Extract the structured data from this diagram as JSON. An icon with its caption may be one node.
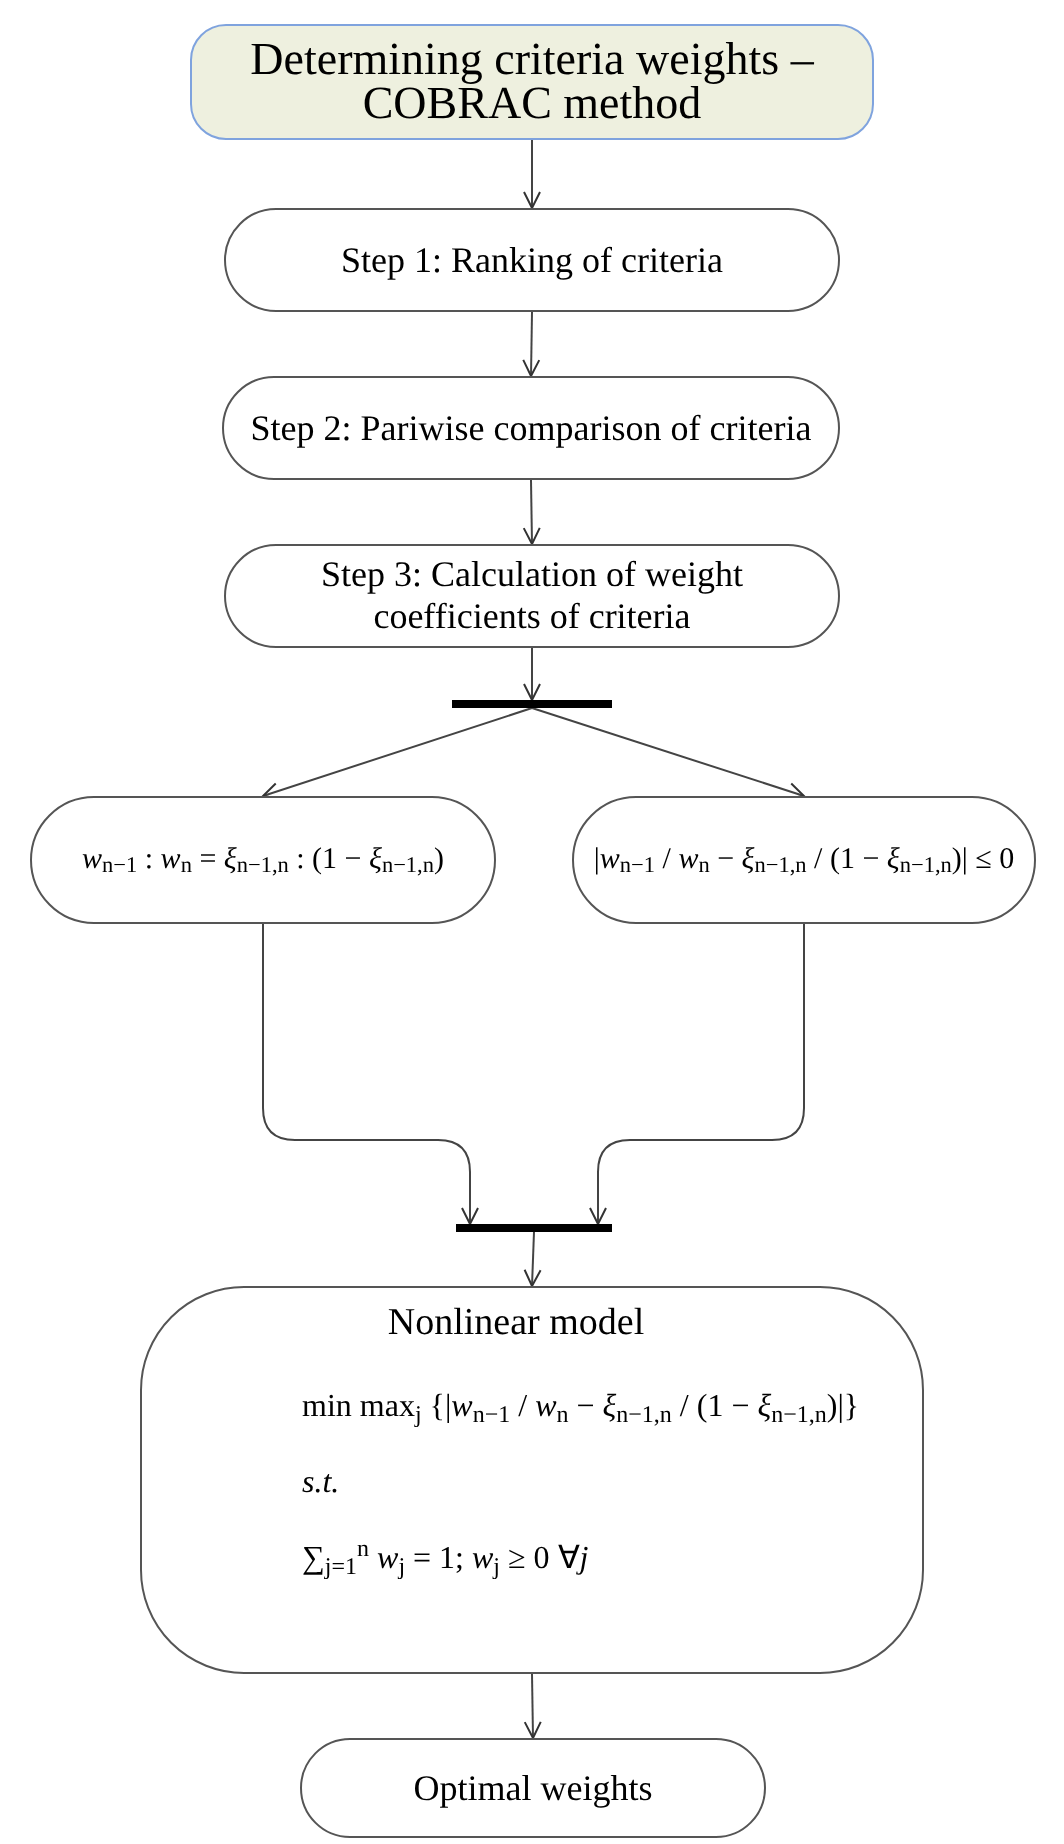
{
  "diagram": {
    "nodes": [
      {
        "text": [
          "Determining criteria weights – COBRAC method"
        ]
      },
      {
        "text": [
          "Step 1: Ranking of criteria"
        ]
      },
      {
        "text": [
          "Step 2: Pariwise comparison of criteria"
        ]
      },
      {
        "text": [
          "Step 3: Calculation of weight coefficients of criteria"
        ]
      },
      {
        "text": [],
        "shape": "bar"
      },
      {
        "text": [
          "*w*$_{n−1}$ : *w*$_{n}$ = *ξ*$_{n−1,n}$ : (1 − *ξ*$_{n−1,n}$)"
        ]
      },
      {
        "text": [
          "|*w*$_{n−1}$ / *w*$_{n}$ − *ξ*$_{n−1,n}$ / (1 − *ξ*$_{n−1,n}$)| ≤ 0"
        ]
      },
      {
        "text": [],
        "shape": "bar"
      },
      {
        "text": [
          "Nonlinear model",
          "min max$_{j}$ {|*w*$_{n−1}$ / *w*$_{n}$ − *ξ*$_{n−1,n}$ / (1 − *ξ*$_{n−1,n}$)|}",
          "*s.t.*",
          "∑$_{j=1}$$^{n}$ *w*$_{j}$ = 1; *w*$_{j}$ ≥ 0 ∀*j*"
        ]
      },
      {
        "text": [
          "Optimal weights"
        ]
      }
    ],
    "edges": [
      {
        "from": 0,
        "to": 1,
        "arrow": "to"
      },
      {
        "from": 1,
        "to": 2,
        "arrow": "to"
      },
      {
        "from": 2,
        "to": 3,
        "arrow": "to"
      },
      {
        "from": 3,
        "to": 4,
        "arrow": "to"
      },
      {
        "from": 4,
        "to": 5,
        "arrow": "to"
      },
      {
        "from": 4,
        "to": 6,
        "arrow": "to"
      },
      {
        "from": 5,
        "to": 7,
        "arrow": "to"
      },
      {
        "from": 6,
        "to": 7,
        "arrow": "to"
      },
      {
        "from": 7,
        "to": 8,
        "arrow": "to"
      },
      {
        "from": 8,
        "to": 9,
        "arrow": "to"
      }
    ]
  }
}
